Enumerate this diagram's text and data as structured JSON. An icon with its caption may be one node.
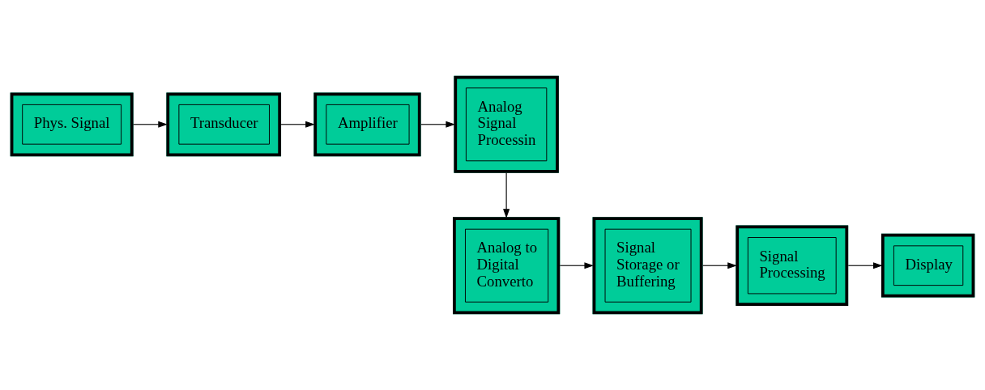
{
  "diagram": {
    "nodes": [
      {
        "text": [
          "Phys. Signal"
        ]
      },
      {
        "text": [
          "Transducer"
        ]
      },
      {
        "text": [
          "Amplifier"
        ]
      },
      {
        "text": [
          "Analog Signal Processin"
        ]
      },
      {
        "text": [
          "Analog to Digital Converto"
        ]
      },
      {
        "text": [
          "Signal Storage or Buffering"
        ]
      },
      {
        "text": [
          "Signal Processing"
        ]
      },
      {
        "text": [
          "Display"
        ]
      }
    ],
    "edges": [
      {
        "from": 0,
        "to": 1,
        "arrow": "to"
      },
      {
        "from": 1,
        "to": 2,
        "arrow": "to"
      },
      {
        "from": 2,
        "to": 3,
        "arrow": "to"
      },
      {
        "from": 3,
        "to": 4,
        "arrow": "to"
      },
      {
        "from": 4,
        "to": 5,
        "arrow": "to"
      },
      {
        "from": 5,
        "to": 6,
        "arrow": "to"
      },
      {
        "from": 6,
        "to": 7,
        "arrow": "to"
      }
    ]
  }
}
